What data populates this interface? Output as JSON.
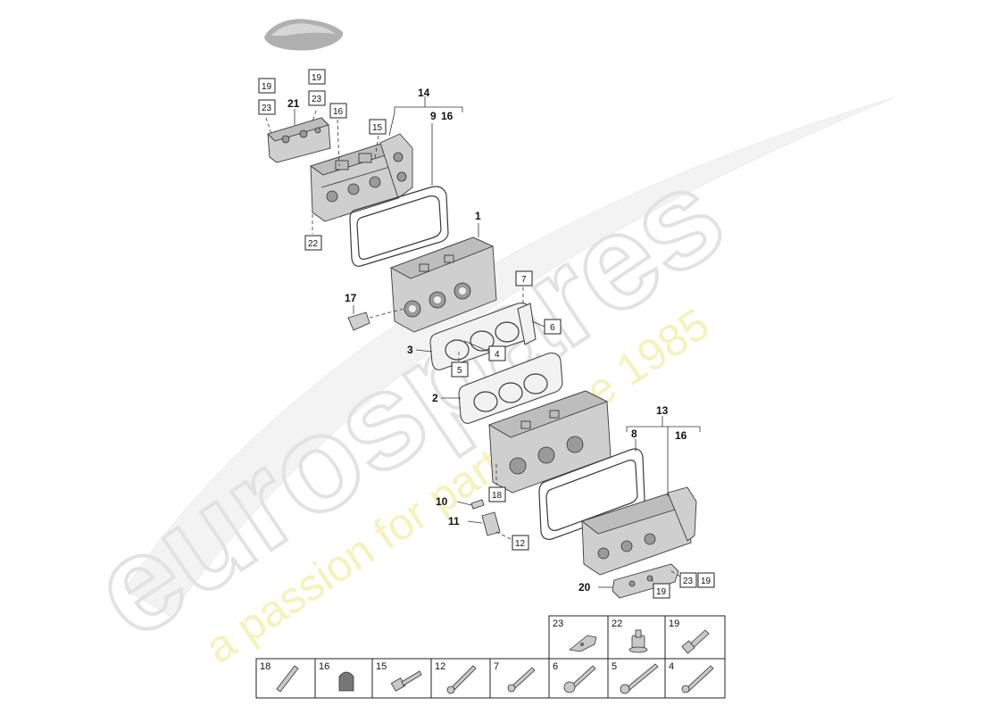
{
  "watermark": {
    "brand": "eurospares",
    "tagline": "a passion for parts since 1985"
  },
  "callouts": {
    "c1": "1",
    "c2": "2",
    "c3": "3",
    "c8": "8",
    "c9": "9",
    "c10": "10",
    "c11": "11",
    "c13": "13",
    "c14": "14",
    "c16a": "16",
    "c16b": "16",
    "c17": "17",
    "c20": "20",
    "c21": "21"
  },
  "boxes": {
    "b19a": "19",
    "b23a": "23",
    "b19b": "19",
    "b23b": "23",
    "b16": "16",
    "b15": "15",
    "b22": "22",
    "b7": "7",
    "b6": "6",
    "b4": "4",
    "b5": "5",
    "b18": "18",
    "b12": "12",
    "b19c": "19",
    "b23c": "23",
    "b19d": "19"
  },
  "hardware_top": [
    "23",
    "22",
    "19"
  ],
  "hardware_bottom": [
    "18",
    "16",
    "15",
    "12",
    "7",
    "6",
    "5",
    "4"
  ]
}
